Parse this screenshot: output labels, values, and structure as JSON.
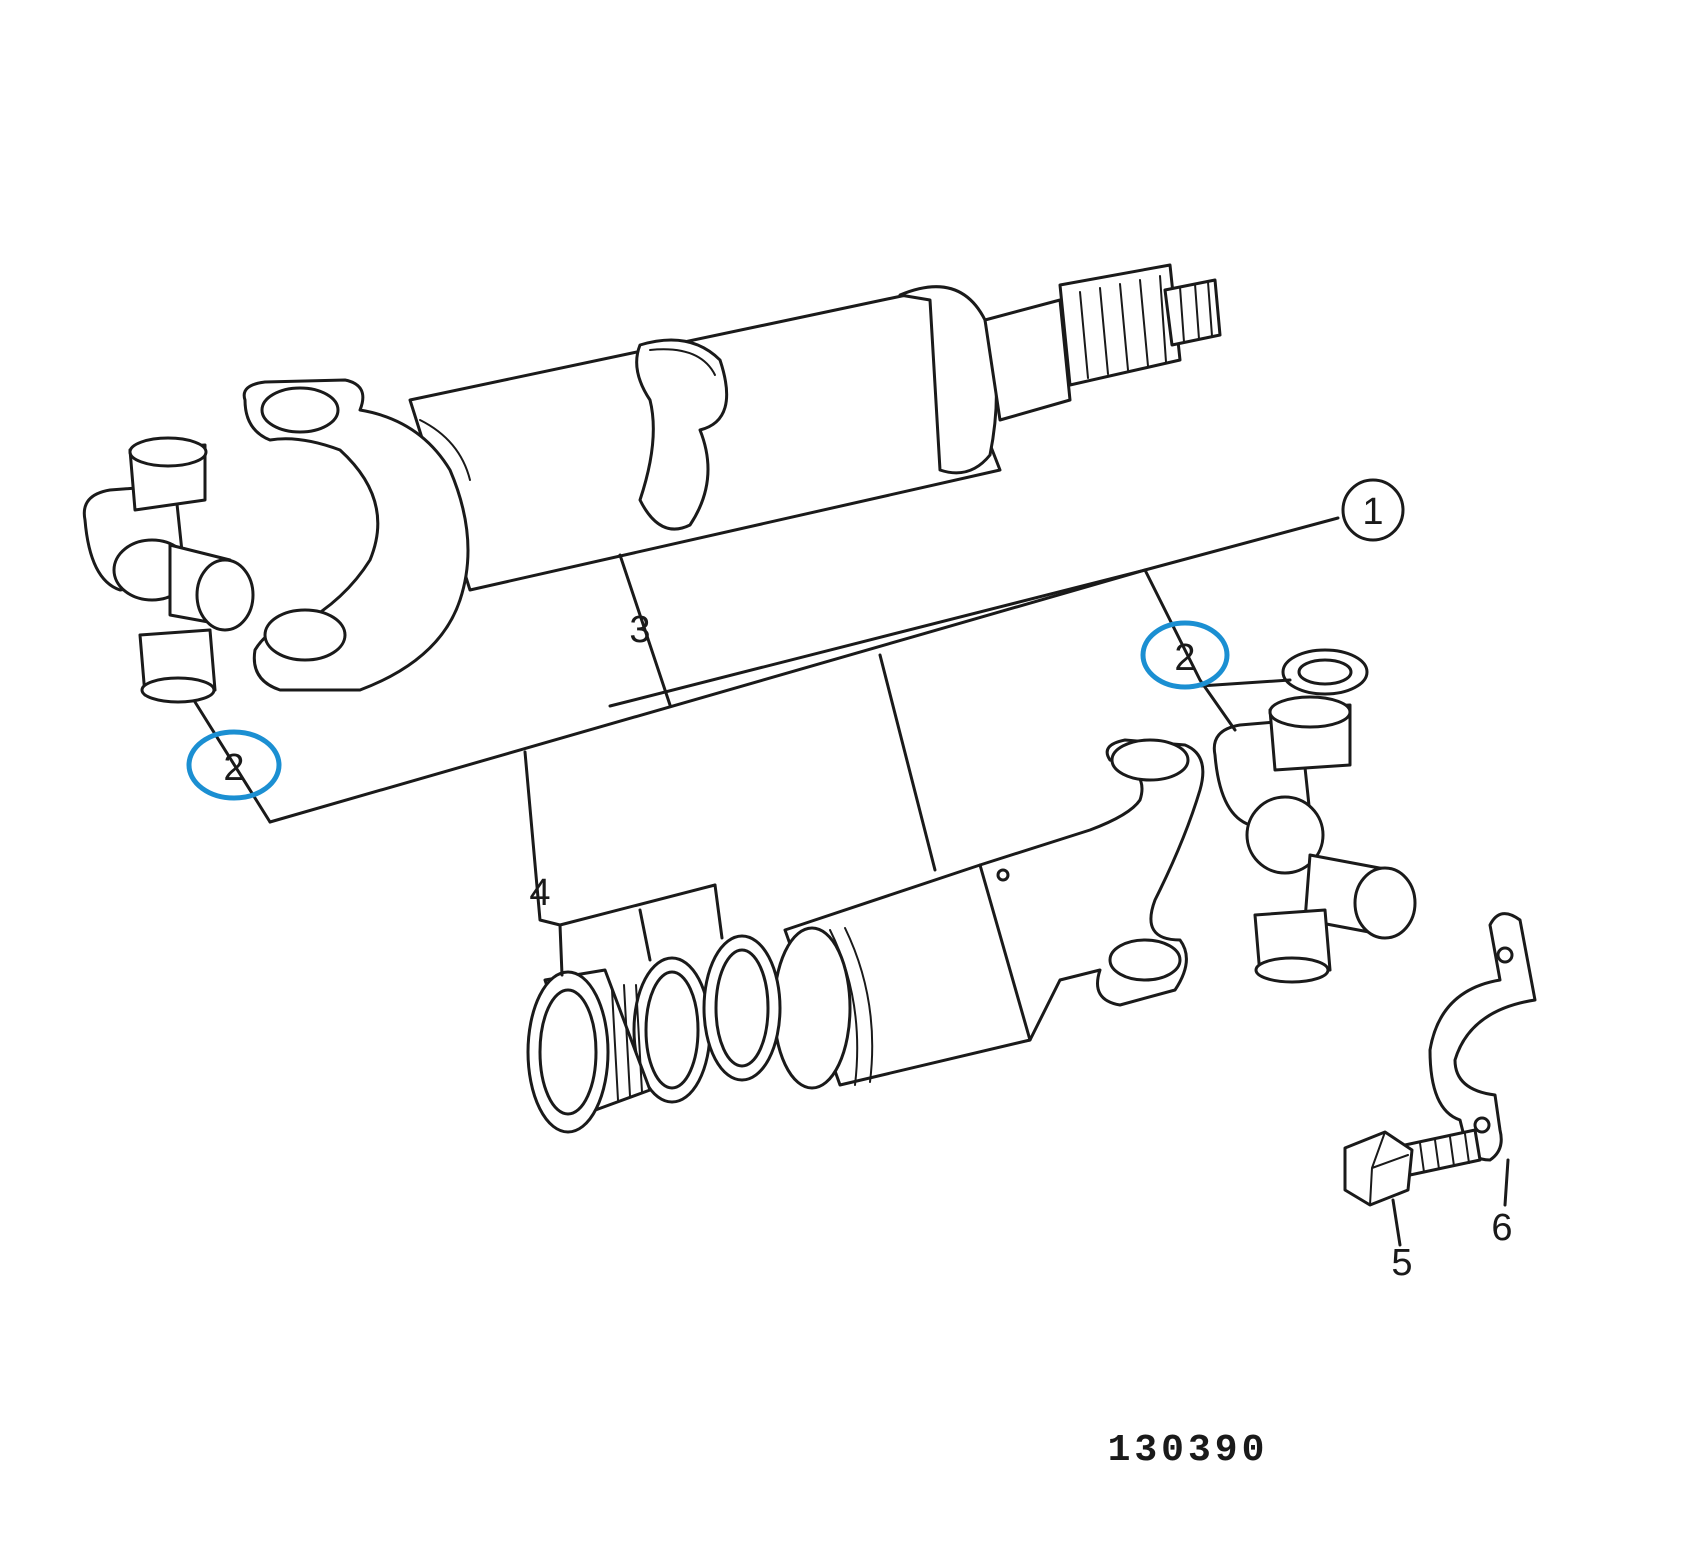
{
  "callouts": {
    "part_1": "1",
    "part_2_left": "2",
    "part_2_right": "2",
    "part_3": "3",
    "part_4": "4",
    "part_5": "5",
    "part_6": "6"
  },
  "figure_id": "130390",
  "highlight_color": "#1b8fd2"
}
